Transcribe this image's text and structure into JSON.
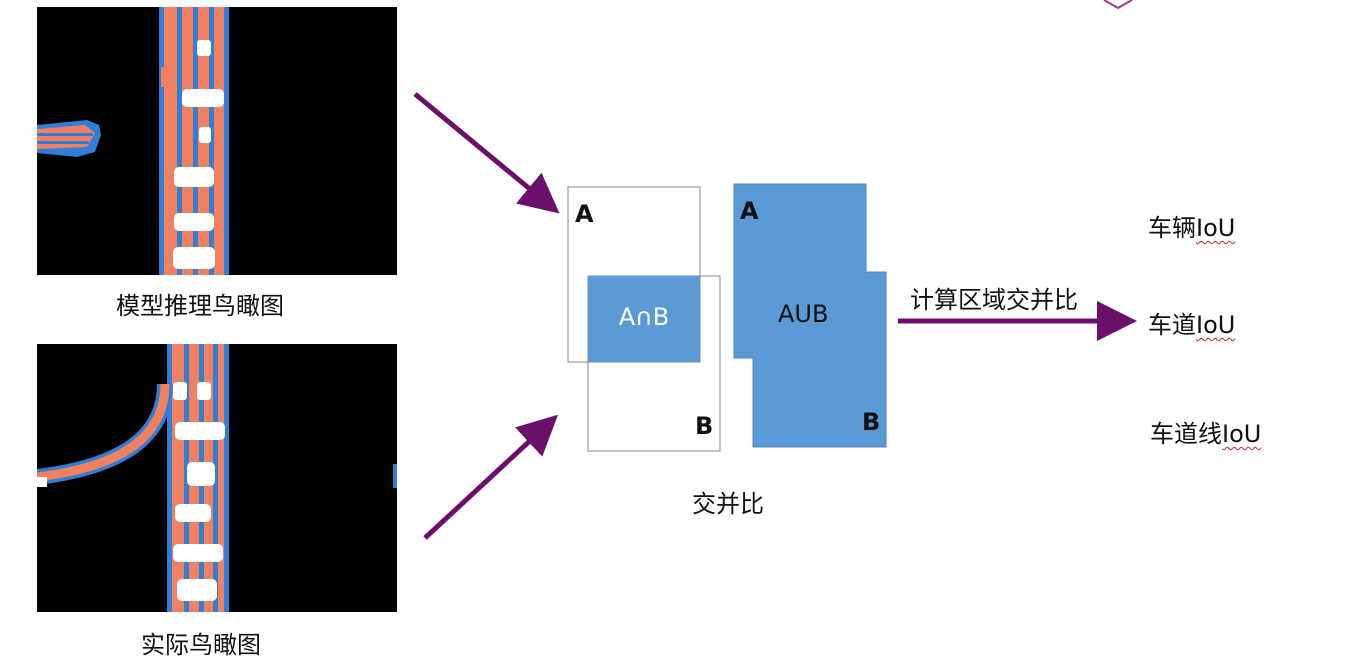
{
  "images": {
    "predicted_caption": "模型推理鸟瞰图",
    "actual_caption": "实际鸟瞰图"
  },
  "venn": {
    "label_a": "A",
    "label_b": "B",
    "intersection": "A∩B",
    "caption": "交并比"
  },
  "union": {
    "label_a": "A",
    "label_b": "B",
    "text": "AUB"
  },
  "process": {
    "arrow_label": "计算区域交并比"
  },
  "results": [
    {
      "prefix": "车辆",
      "suffix": "IoU"
    },
    {
      "prefix": "车道",
      "suffix": "IoU"
    },
    {
      "prefix": "车道线",
      "suffix": "IoU"
    }
  ],
  "colors": {
    "arrow": "#6b0f6b",
    "region_fill": "#5b9bd5",
    "lane_orange": "#f08060",
    "lane_blue": "#2f7fd8"
  }
}
